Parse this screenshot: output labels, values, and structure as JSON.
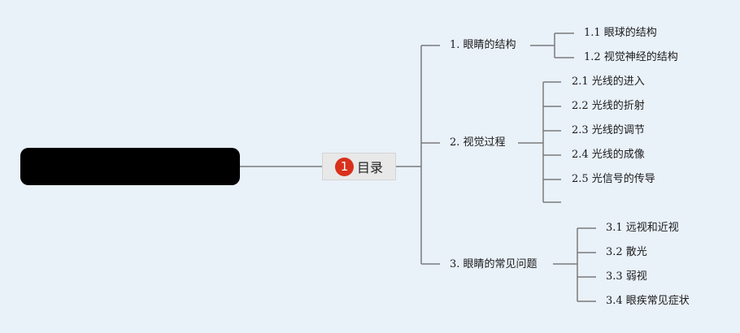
{
  "center": {
    "number": "1",
    "label": "目录"
  },
  "branches": [
    {
      "label": "1. 眼睛的结构",
      "children": [
        "1.1 眼球的结构",
        "1.2 视觉神经的结构"
      ]
    },
    {
      "label": "2. 视觉过程",
      "children": [
        "2.1 光线的进入",
        "2.2 光线的折射",
        "2.3 光线的调节",
        "2.4 光线的成像",
        "2.5 光信号的传导",
        ""
      ]
    },
    {
      "label": "3. 眼睛的常见问题",
      "children": [
        "3.1 远视和近视",
        "3.2 散光",
        "3.3 弱视",
        "3.4 眼疾常见症状"
      ]
    }
  ],
  "colors": {
    "line": "#7a7a7a",
    "background": "#e9f1f9",
    "badge": "#d9301c",
    "root": "#000000"
  }
}
